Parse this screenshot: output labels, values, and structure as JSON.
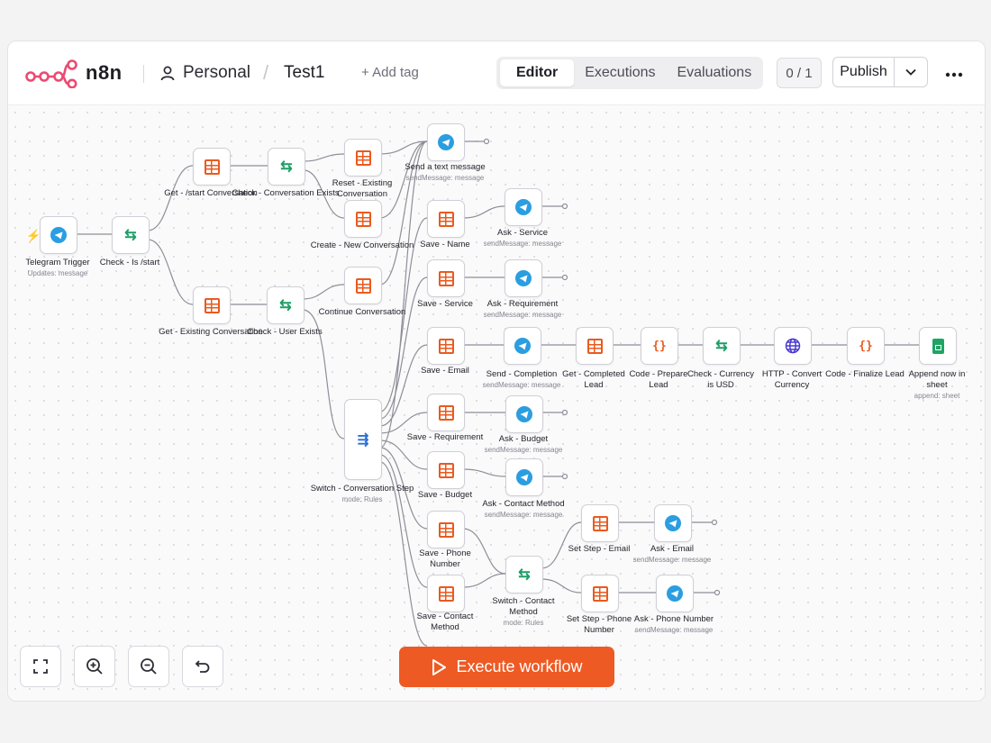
{
  "header": {
    "app_name": "n8n",
    "project": "Personal",
    "workflow_title": "Test1",
    "add_tag": "+ Add tag",
    "tabs": [
      {
        "label": "Editor",
        "active": true
      },
      {
        "label": "Executions",
        "active": false
      },
      {
        "label": "Evaluations",
        "active": false
      }
    ],
    "counter": "0 / 1",
    "publish_label": "Publish",
    "more_icon": "dots-horizontal-icon"
  },
  "colors": {
    "accent": "#ee5a24",
    "brand": "#ea4b71",
    "switch_green": "#1d9e67",
    "switch_blue": "#2b6fd6",
    "telegram_blue": "#2a9ee0"
  },
  "nodes": [
    {
      "title": "Telegram Trigger",
      "subtitle": "Updates: message",
      "icon": "telegram-icon"
    },
    {
      "title": "Check - Is /start",
      "icon": "if-icon"
    },
    {
      "title": "Get - /start Conversation",
      "icon": "sheet-icon"
    },
    {
      "title": "Get - Existing Conversation",
      "icon": "sheet-icon"
    },
    {
      "title": "Check - Conversation Exists",
      "icon": "if-icon"
    },
    {
      "title": "Check - User Exists",
      "icon": "if-icon"
    },
    {
      "title": "Reset - Existing Conversation",
      "icon": "sheet-icon"
    },
    {
      "title": "Create - New Conversation",
      "icon": "sheet-icon"
    },
    {
      "title": "Continue Conversation",
      "icon": "sheet-icon"
    },
    {
      "title": "Send a text message",
      "subtitle": "sendMessage: message",
      "icon": "telegram-icon"
    },
    {
      "title": "Switch - Conversation Step",
      "subtitle": "mode: Rules",
      "icon": "switch-icon"
    },
    {
      "title": "Save - Name",
      "icon": "sheet-icon"
    },
    {
      "title": "Ask - Service",
      "subtitle": "sendMessage: message",
      "icon": "telegram-icon"
    },
    {
      "title": "Save - Service",
      "icon": "sheet-icon"
    },
    {
      "title": "Ask - Requirement",
      "subtitle": "sendMessage: message",
      "icon": "telegram-icon"
    },
    {
      "title": "Save - Email",
      "icon": "sheet-icon"
    },
    {
      "title": "Send - Completion",
      "subtitle": "sendMessage: message",
      "icon": "telegram-icon"
    },
    {
      "title": "Get - Completed Lead",
      "icon": "sheet-icon"
    },
    {
      "title": "Code - Prepare Lead",
      "icon": "code-icon"
    },
    {
      "title": "Check - Currency is USD",
      "icon": "if-icon"
    },
    {
      "title": "HTTP - Convert Currency",
      "icon": "globe-icon"
    },
    {
      "title": "Code - Finalize Lead",
      "icon": "code-icon"
    },
    {
      "title": "Append now in sheet",
      "subtitle": "append: sheet",
      "icon": "google-sheets-icon"
    },
    {
      "title": "Save - Requirement",
      "icon": "sheet-icon"
    },
    {
      "title": "Ask - Budget",
      "subtitle": "sendMessage: message",
      "icon": "telegram-icon"
    },
    {
      "title": "Save - Budget",
      "icon": "sheet-icon"
    },
    {
      "title": "Ask - Contact Method",
      "subtitle": "sendMessage: message",
      "icon": "telegram-icon"
    },
    {
      "title": "Save - Phone Number",
      "icon": "sheet-icon"
    },
    {
      "title": "Save - Contact Method",
      "icon": "sheet-icon"
    },
    {
      "title": "Switch - Contact Method",
      "subtitle": "mode: Rules",
      "icon": "if-icon"
    },
    {
      "title": "Set Step - Email",
      "icon": "sheet-icon"
    },
    {
      "title": "Ask - Email",
      "subtitle": "sendMessage: message",
      "icon": "telegram-icon"
    },
    {
      "title": "Set Step - Phone Number",
      "icon": "sheet-icon"
    },
    {
      "title": "Ask - Phone Number",
      "subtitle": "sendMessage: message",
      "icon": "telegram-icon"
    }
  ],
  "canvas_controls": [
    {
      "name": "fit-view",
      "icon": "fullscreen-icon"
    },
    {
      "name": "zoom-in",
      "icon": "zoom-in-icon"
    },
    {
      "name": "zoom-out",
      "icon": "zoom-out-icon"
    },
    {
      "name": "reset",
      "icon": "undo-icon"
    }
  ],
  "execute_label": "Execute workflow"
}
